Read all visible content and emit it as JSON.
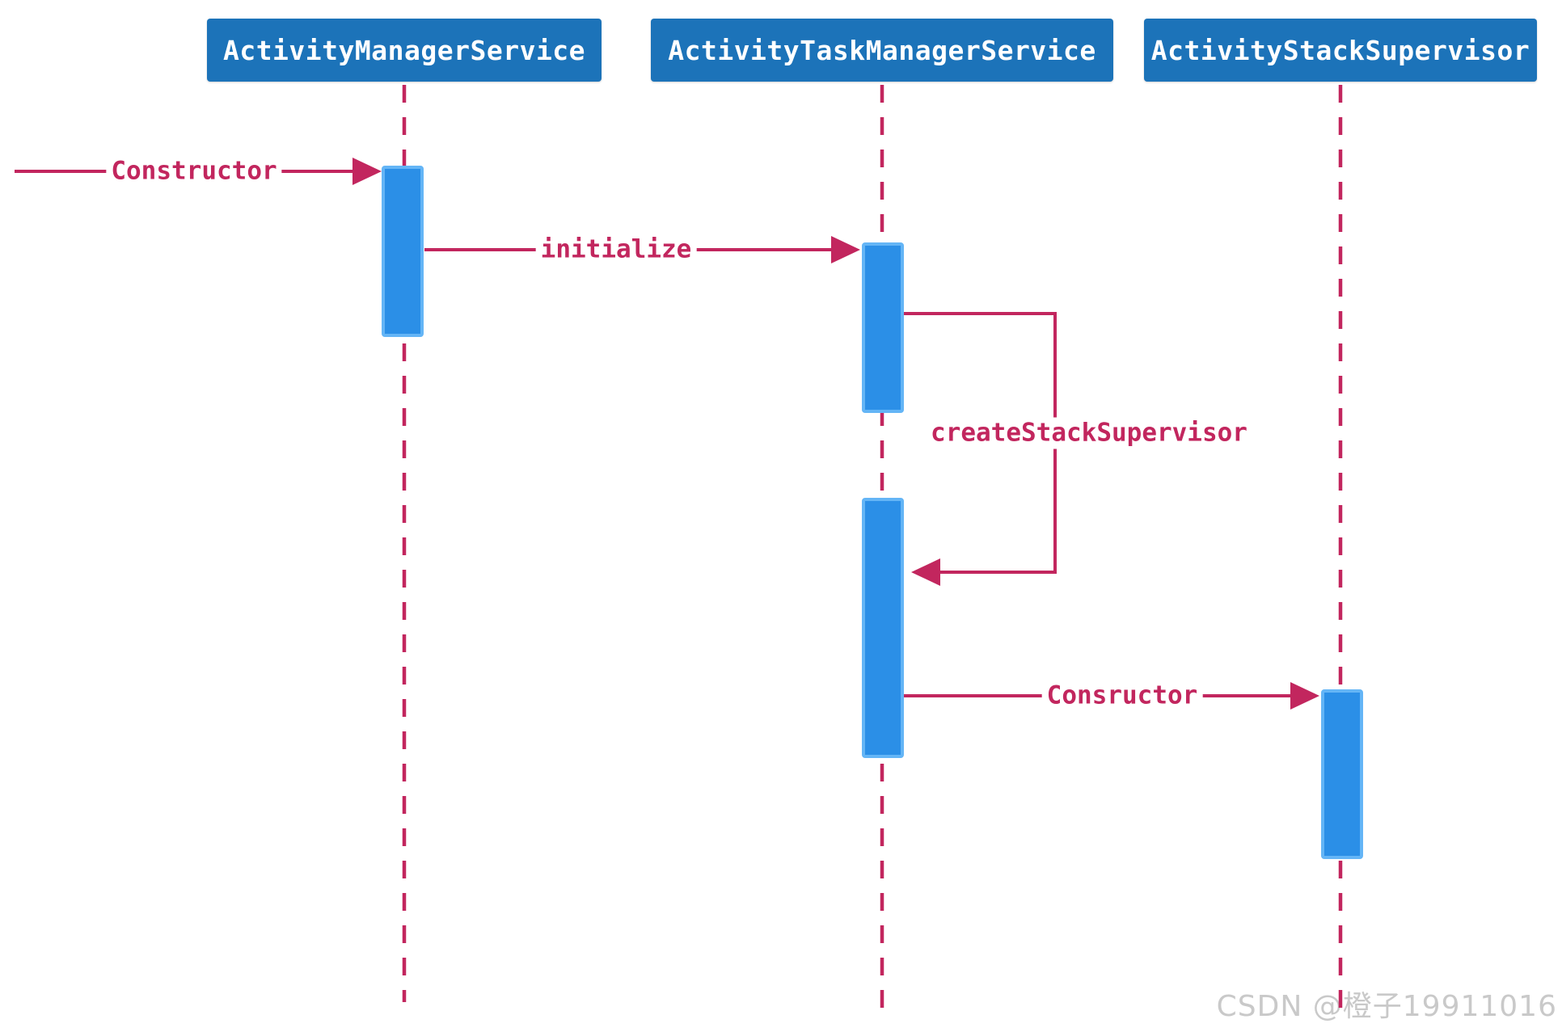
{
  "diagram": {
    "type": "uml-sequence-diagram",
    "participants": [
      {
        "label": "ActivityManagerService"
      },
      {
        "label": "ActivityTaskManagerService"
      },
      {
        "label": "ActivityStackSupervisor"
      }
    ],
    "messages": [
      {
        "label": "Constructor",
        "from": "external",
        "to": "ActivityManagerService"
      },
      {
        "label": "initialize",
        "from": "ActivityManagerService",
        "to": "ActivityTaskManagerService"
      },
      {
        "label": "createStackSupervisor",
        "from": "ActivityTaskManagerService",
        "to": "ActivityTaskManagerService",
        "style": "self-call"
      },
      {
        "label": "Consructor",
        "from": "ActivityTaskManagerService",
        "to": "ActivityStackSupervisor"
      }
    ],
    "colors": {
      "participant_fill": "#1c73b9",
      "participant_text": "#ffffff",
      "activation_fill": "#2b8fe7",
      "activation_border": "#64b5f6",
      "message_color": "#c2265e",
      "watermark_color": "#c9c9c9",
      "background": "#ffffff"
    },
    "watermark": "CSDN @橙子19911016"
  }
}
